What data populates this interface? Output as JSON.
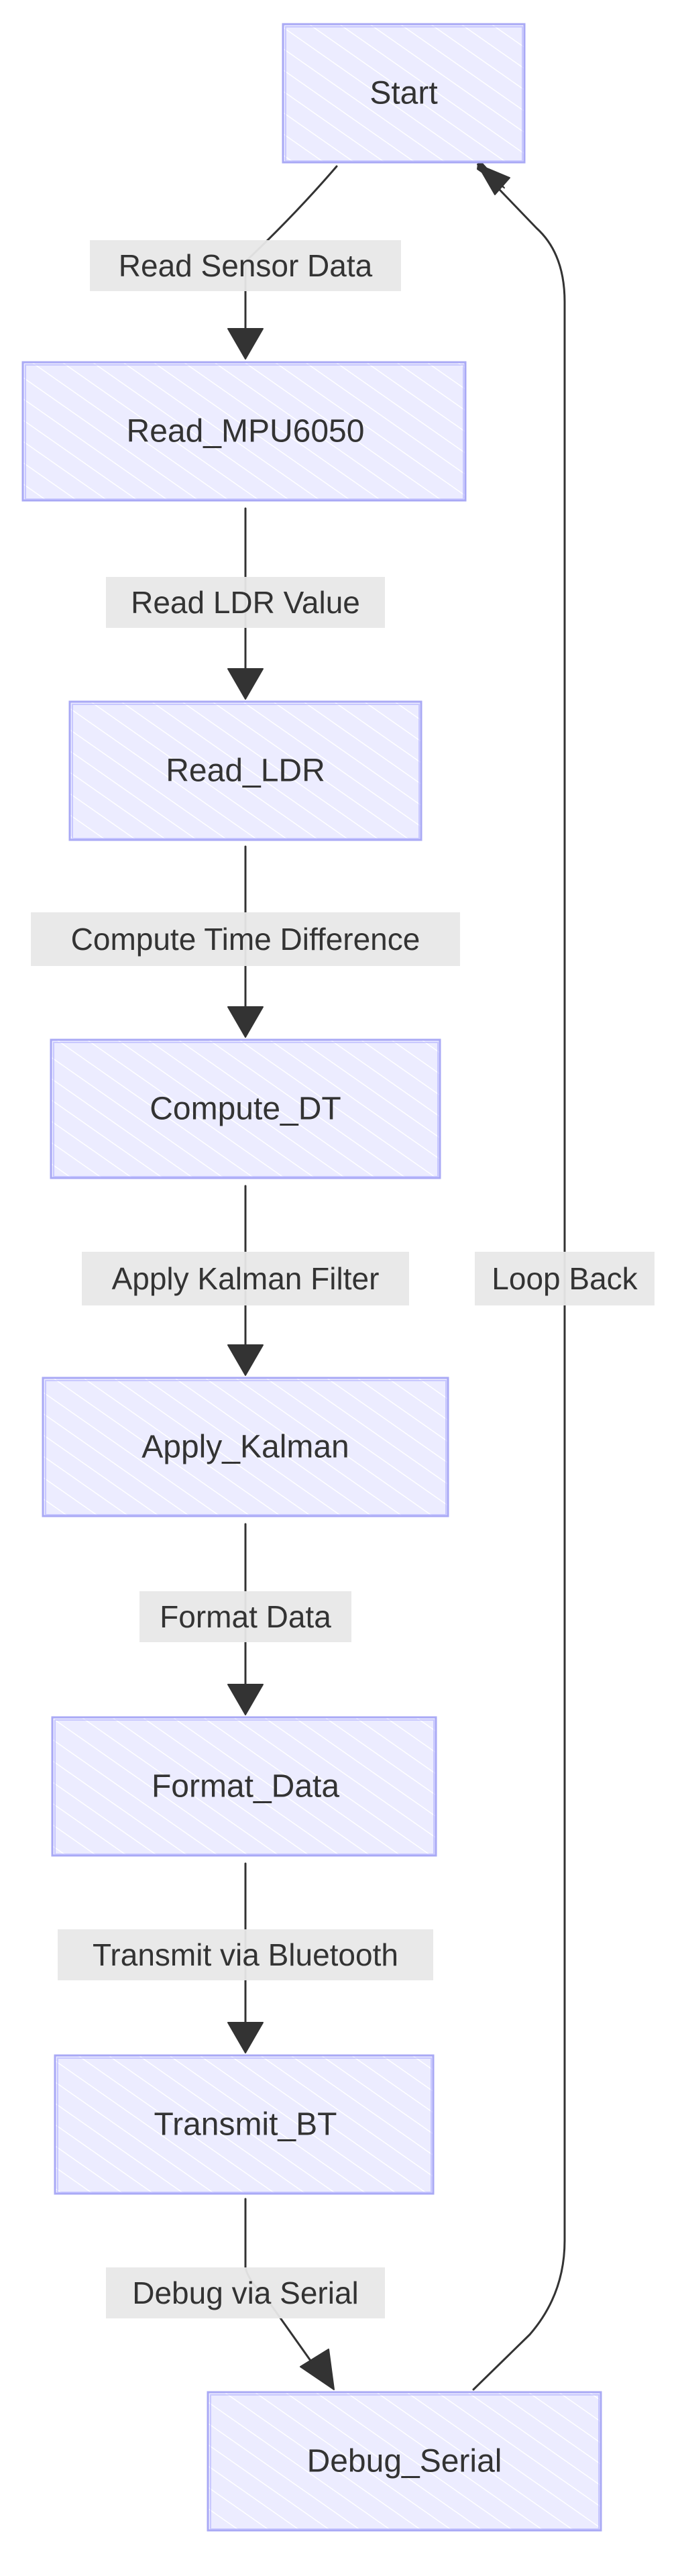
{
  "colors": {
    "node_fill": "#ececff",
    "node_stroke": "#a9a9f5",
    "edge": "#333333",
    "label_bg": "#e8e8e8",
    "text": "#333333"
  },
  "nodes": {
    "start": "Start",
    "read_mpu": "Read_MPU6050",
    "read_ldr": "Read_LDR",
    "compute_dt": "Compute_DT",
    "apply_kalman": "Apply_Kalman",
    "format_data": "Format_Data",
    "transmit_bt": "Transmit_BT",
    "debug_serial": "Debug_Serial"
  },
  "edges": {
    "start_to_read_mpu": "Read Sensor Data",
    "read_mpu_to_read_ldr": "Read LDR Value",
    "read_ldr_to_compute_dt": "Compute Time Difference",
    "compute_dt_to_apply_kalman": "Apply Kalman Filter",
    "apply_kalman_to_format_data": "Format Data",
    "format_data_to_transmit_bt": "Transmit via Bluetooth",
    "transmit_bt_to_debug_serial": "Debug via Serial",
    "debug_serial_to_start": "Loop Back"
  }
}
